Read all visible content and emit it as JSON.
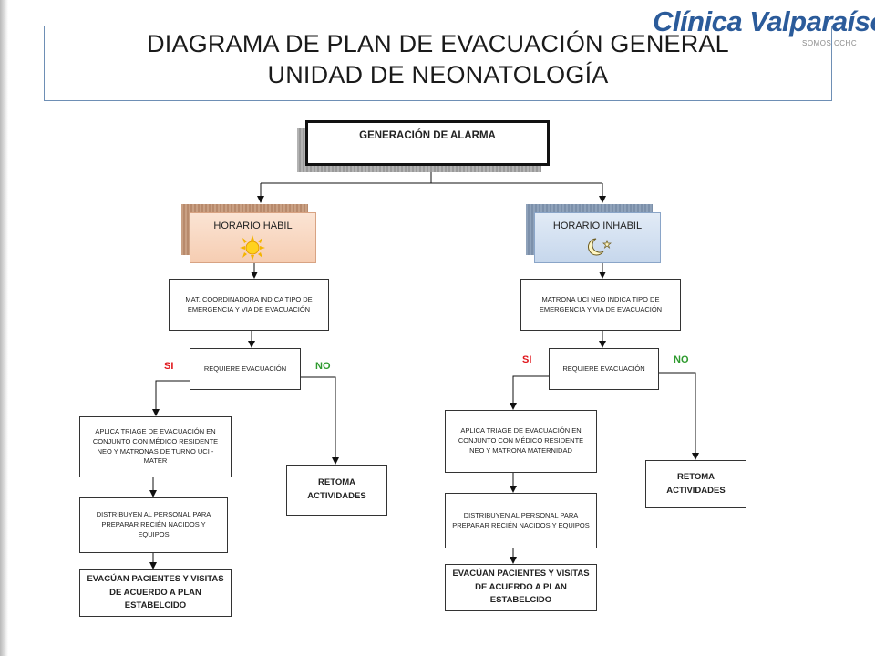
{
  "header": {
    "title_line1": "DIAGRAMA DE PLAN DE EVACUACIÓN GENERAL",
    "title_line2": "UNIDAD DE NEONATOLOGÍA",
    "logo_text": "Clínica Valparaíso",
    "logo_subtext": "SOMOS CCHC"
  },
  "top": {
    "alarm": "GENERACIÓN DE ALARMA"
  },
  "left": {
    "schedule": "HORARIO HABIL",
    "schedule_icon": "sun-icon",
    "indicator": "MAT. COORDINADORA INDICA TIPO DE EMERGENCIA Y VIA DE EVACUACIÓN",
    "question": "REQUIERE EVACUACIÓN",
    "yes": "SI",
    "no": "NO",
    "triage": "APLICA TRIAGE DE EVACUACIÓN EN CONJUNTO CON MÉDICO RESIDENTE NEO Y MATRONAS DE TURNO UCI - MATER",
    "distribute": "DISTRIBUYEN AL PERSONAL PARA PREPARAR RECIÉN NACIDOS Y EQUIPOS",
    "evacuate": "EVACÚAN PACIENTES Y VISITAS DE ACUERDO A PLAN ESTABELCIDO",
    "resume": "RETOMA ACTIVIDADES"
  },
  "right": {
    "schedule": "HORARIO INHABIL",
    "schedule_icon": "moon-stars-icon",
    "indicator": "MATRONA UCI NEO INDICA TIPO DE EMERGENCIA Y VIA DE EVACUACIÓN",
    "question": "REQUIERE EVACUACIÓN",
    "yes": "SI",
    "no": "NO",
    "triage": "APLICA TRIAGE DE EVACUACIÓN EN CONJUNTO CON MÉDICO RESIDENTE NEO Y MATRONA MATERNIDAD",
    "distribute": "DISTRIBUYEN AL PERSONAL PARA PREPARAR RECIÉN NACIDOS Y EQUIPOS",
    "evacuate": "EVACÚAN PACIENTES Y VISITAS DE ACUERDO A PLAN ESTABELCIDO",
    "resume": "RETOMA ACTIVIDADES"
  },
  "colors": {
    "title_border": "#6e8fb5",
    "logo": "#2b5b9a",
    "yes": "#e0161c",
    "no": "#2e9a2e",
    "habil_fill": "#f6cdb2",
    "inhabil_fill": "#c6d7ec"
  }
}
